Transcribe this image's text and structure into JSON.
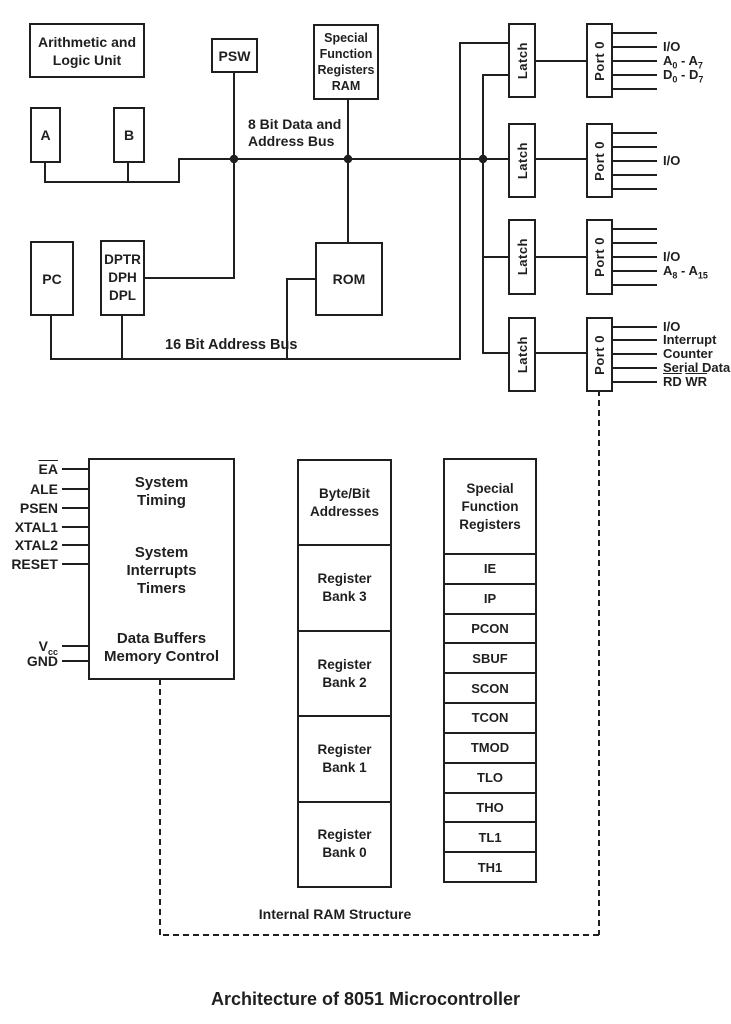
{
  "diagram": {
    "title": "Architecture of 8051 Microcontroller",
    "caption_internal_ram": "Internal RAM Structure"
  },
  "buses": {
    "data_bus_line1": "8 Bit Data and",
    "data_bus_line2": "Address Bus",
    "address_bus": "16 Bit Address Bus"
  },
  "blocks": {
    "alu": "Arithmetic and Logic Unit",
    "reg_a": "A",
    "reg_b": "B",
    "psw": "PSW",
    "sfr_ram": "Special Function Registers RAM",
    "pc": "PC",
    "dptr_line1": "DPTR",
    "dptr_line2": "DPH",
    "dptr_line3": "DPL",
    "rom": "ROM",
    "latch": "Latch",
    "port": "Port 0",
    "system_timing": "System Timing",
    "system_interrupts": "System Interrupts Timers",
    "system_buffers": "Data Buffers Memory Control"
  },
  "pins": {
    "ea": "EA",
    "ale": "ALE",
    "psen": "PSEN",
    "xtal1": "XTAL1",
    "xtal2": "XTAL2",
    "reset": "RESET",
    "vcc": {
      "m": "V",
      "s": "cc"
    },
    "gnd": "GND"
  },
  "port_signals": {
    "p0_io": "I/O",
    "p0_addr": {
      "m1": "A",
      "s1": "0",
      "mid": " - ",
      "m2": "A",
      "s2": "7"
    },
    "p0_data": {
      "m1": "D",
      "s1": "0",
      "mid": " - ",
      "m2": "D",
      "s2": "7"
    },
    "p1_io": "I/O",
    "p2_io": "I/O",
    "p2_addr": {
      "m1": "A",
      "s1": "8",
      "mid": " - ",
      "m2": "A",
      "s2": "15"
    },
    "p3_io": "I/O",
    "p3_interrupt": "Interrupt",
    "p3_counter": "Counter",
    "p3_serial": "Serial Data",
    "p3_rd": "RD",
    "p3_wr": "WR"
  },
  "ram_map": {
    "header": "Byte/Bit Addresses",
    "banks": [
      "Register Bank 3",
      "Register Bank 2",
      "Register Bank 1",
      "Register Bank 0"
    ]
  },
  "sfr": {
    "header": "Special Function Registers",
    "rows": [
      "IE",
      "IP",
      "PCON",
      "SBUF",
      "SCON",
      "TCON",
      "TMOD",
      "TLO",
      "THO",
      "TL1",
      "TH1"
    ]
  }
}
